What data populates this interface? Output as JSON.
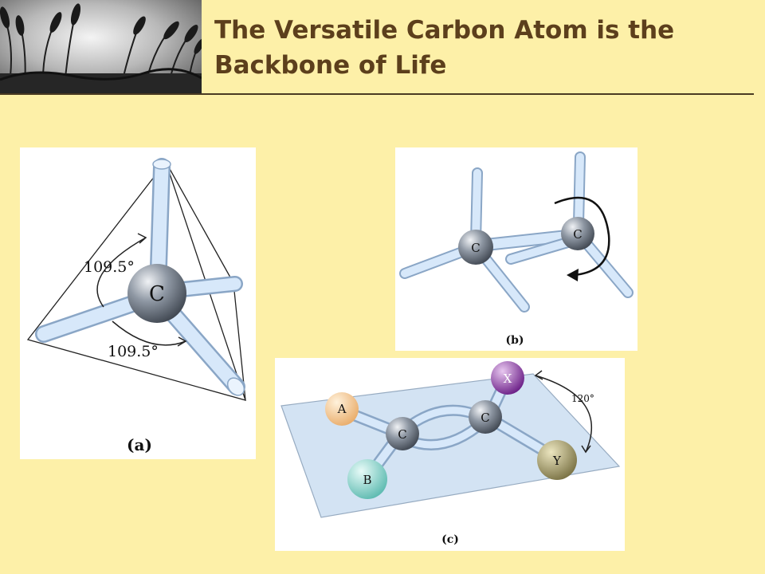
{
  "slide": {
    "title_line1": "The Versatile Carbon Atom is the",
    "title_line2": "Backbone of Life"
  },
  "figure_a": {
    "atom_label": "C",
    "angle_label_1": "109.5°",
    "angle_label_2": "109.5°",
    "caption": "(a)"
  },
  "figure_b": {
    "atom_label_left": "C",
    "atom_label_right": "C",
    "caption": "(b)"
  },
  "figure_c": {
    "atom_c1": "C",
    "atom_c2": "C",
    "atom_a": "A",
    "atom_b": "B",
    "atom_x": "X",
    "atom_y": "Y",
    "angle_label": "120°",
    "caption": "(c)"
  },
  "colors": {
    "slide_background": "#fdf0a8",
    "title_text": "#5c3f1c",
    "bond": "#c8def5",
    "carbon": "#7d8794",
    "atom_a": "#f2c48f",
    "atom_b": "#8fd4cc",
    "atom_x": "#8a3aa0",
    "atom_y": "#9c9460"
  }
}
